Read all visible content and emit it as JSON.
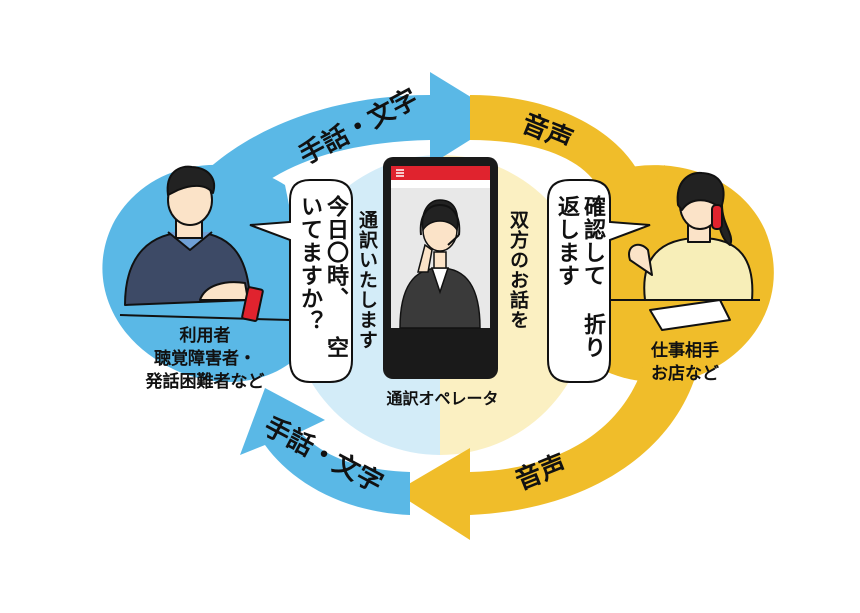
{
  "arrows": {
    "top_left": "手話・文字",
    "top_right": "音声",
    "bottom_left": "手話・文字",
    "bottom_right": "音声"
  },
  "user": {
    "title": "利用者",
    "subtitle_line1": "聴覚障害者・",
    "subtitle_line2": "発話困難者など"
  },
  "partner": {
    "line1": "仕事相手",
    "line2": "お店など"
  },
  "bubbles": {
    "left_col1": "今日〇時、",
    "left_col2": "空いてますか？",
    "right_col1": "確認して",
    "right_col2": "折り返します"
  },
  "center": {
    "left_vertical": "通訳いたします",
    "right_vertical": "双方のお話を",
    "operator_label": "通訳オペレータ"
  },
  "colors": {
    "blue": "#5ab8e6",
    "yellow": "#f0bd2a",
    "light_blue": "#d3ecf8",
    "light_yellow": "#fbf0c2",
    "phone_red": "#e0232e"
  },
  "icons": {
    "menu": "menu-icon"
  }
}
